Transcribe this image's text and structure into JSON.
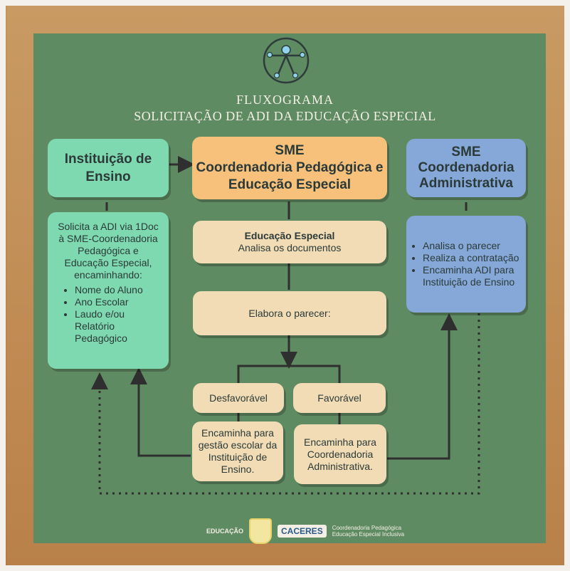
{
  "header": {
    "title_line1": "FLUXOGRAMA",
    "title_line2": "SOLICITAÇÃO DE ADI DA EDUCAÇÃO ESPECIAL"
  },
  "columns": {
    "left_header": [
      "Instituição de",
      "Ensino"
    ],
    "center_header": [
      "SME",
      "Coordenadoria Pedagógica e",
      "Educação Especial"
    ],
    "right_header": [
      "SME",
      "Coordenadoria",
      "Administrativa"
    ]
  },
  "left_box": {
    "intro": [
      "Solicita a ADI via 1Doc",
      "à SME-Coordenadoria",
      "Pedagógica e",
      "Educação Especial,",
      "encaminhando:"
    ],
    "items": [
      "Nome do Aluno",
      "Ano Escolar",
      "Laudo e/ou Relatório Pedagógico"
    ]
  },
  "center_steps": {
    "step1_title": "Educação Especial",
    "step1_text": "Analisa os documentos",
    "step2_text": "Elabora o parecer:",
    "unfavorable": "Desfavorável",
    "favorable": "Favorável",
    "unfavorable_action": "Encaminha para gestão escolar da Instituição de Ensino.",
    "favorable_action": "Encaminha para Coordenadoria Administrativa."
  },
  "right_box": {
    "items": [
      "Analisa o parecer",
      "Realiza a contratação",
      "Encaminha ADI para Instituição de Ensino"
    ]
  },
  "footer": {
    "left_logo_text": "EDUCAÇÃO",
    "city": "CACERES",
    "right_text_line1": "Coordenadoria Pedagógica",
    "right_text_line2": "Educação Especial Inclusiva"
  },
  "colors": {
    "board": "#5f8b62",
    "teal": "#7fd9b0",
    "orange": "#f7c17b",
    "blue": "#85a8d8",
    "cream": "#f2dcb6",
    "arrow": "#2f2f2f"
  },
  "icons": [
    "accessibility-icon"
  ]
}
